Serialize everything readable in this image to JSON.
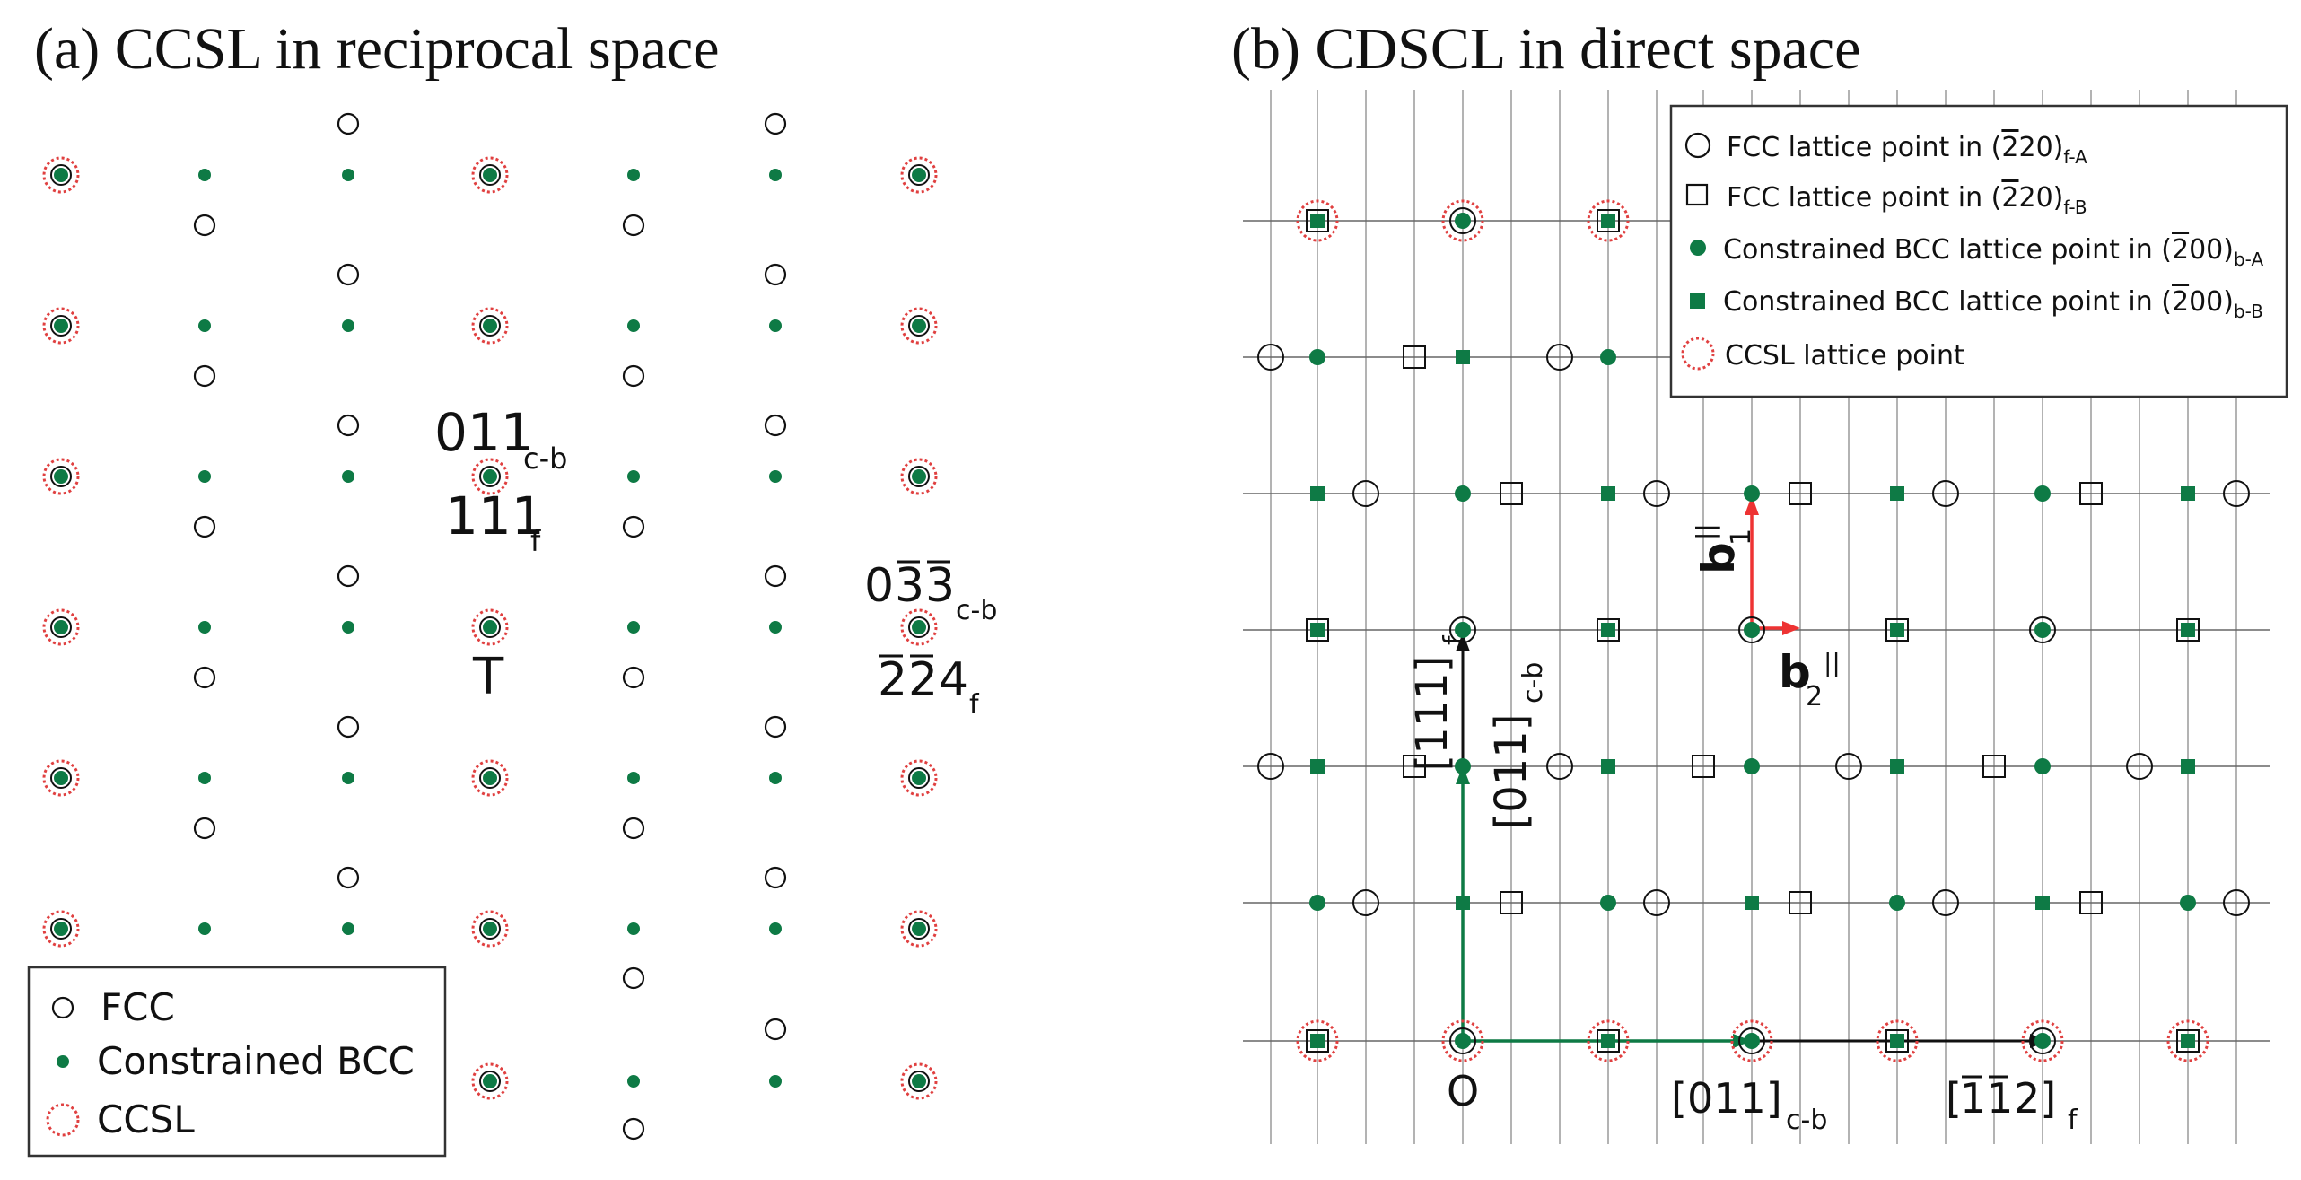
{
  "colors": {
    "bcc": "#0e7a45",
    "ccsl": "#e04040",
    "grid": "#9a9a9a",
    "ink": "#111111",
    "basis": "#ee3333"
  },
  "panel_a": {
    "title": "(a) CCSL in reciprocal space",
    "labels": {
      "l011": "011",
      "l011_sub": "c-b",
      "l111": "111",
      "l111_sub": "f",
      "lT": "T",
      "l033_0": "0",
      "l033_3a": "3",
      "l033_3b": "3",
      "l033_sub": "c-b",
      "l224_2a": "2",
      "l224_2b": "2",
      "l224_4": "4",
      "l224_sub": "f"
    },
    "legend": {
      "fcc": "FCC",
      "bcc": "Constrained BCC",
      "ccsl": "CCSL"
    }
  },
  "panel_b": {
    "title": "(b) CDSCL in direct space",
    "legend": {
      "fcc_a": "FCC lattice point in (",
      "fcc_a_bar": "2",
      "fcc_a_rest": "20)",
      "fcc_a_sub": "f-A",
      "fcc_b": "FCC lattice point in (",
      "fcc_b_bar": "2",
      "fcc_b_rest": "20)",
      "fcc_b_sub": "f-B",
      "bcc_a": "Constrained BCC lattice point in (",
      "bcc_a_bar": "2",
      "bcc_a_rest": "00)",
      "bcc_a_sub": "b-A",
      "bcc_b": "Constrained BCC lattice point in (",
      "bcc_b_bar": "2",
      "bcc_b_rest": "00)",
      "bcc_b_sub": "b-B",
      "ccsl": "CCSL lattice point"
    },
    "labels": {
      "origin": "O",
      "v111_main": "[111]",
      "v111_sub": "f",
      "v011_vert_main": "[011]",
      "v011_vert_sub": "c-b",
      "v011_horz_main": "[011]",
      "v011_horz_sub": "c-b",
      "v112_open": "[",
      "v112_1a": "1",
      "v112_1b": "1",
      "v112_rest": "2]",
      "v112_sub": "f",
      "b1_main": "b",
      "b1_sub": "1",
      "b1_sup": "||",
      "b2_main": "b",
      "b2_sub": "2",
      "b2_sup": "||"
    }
  }
}
